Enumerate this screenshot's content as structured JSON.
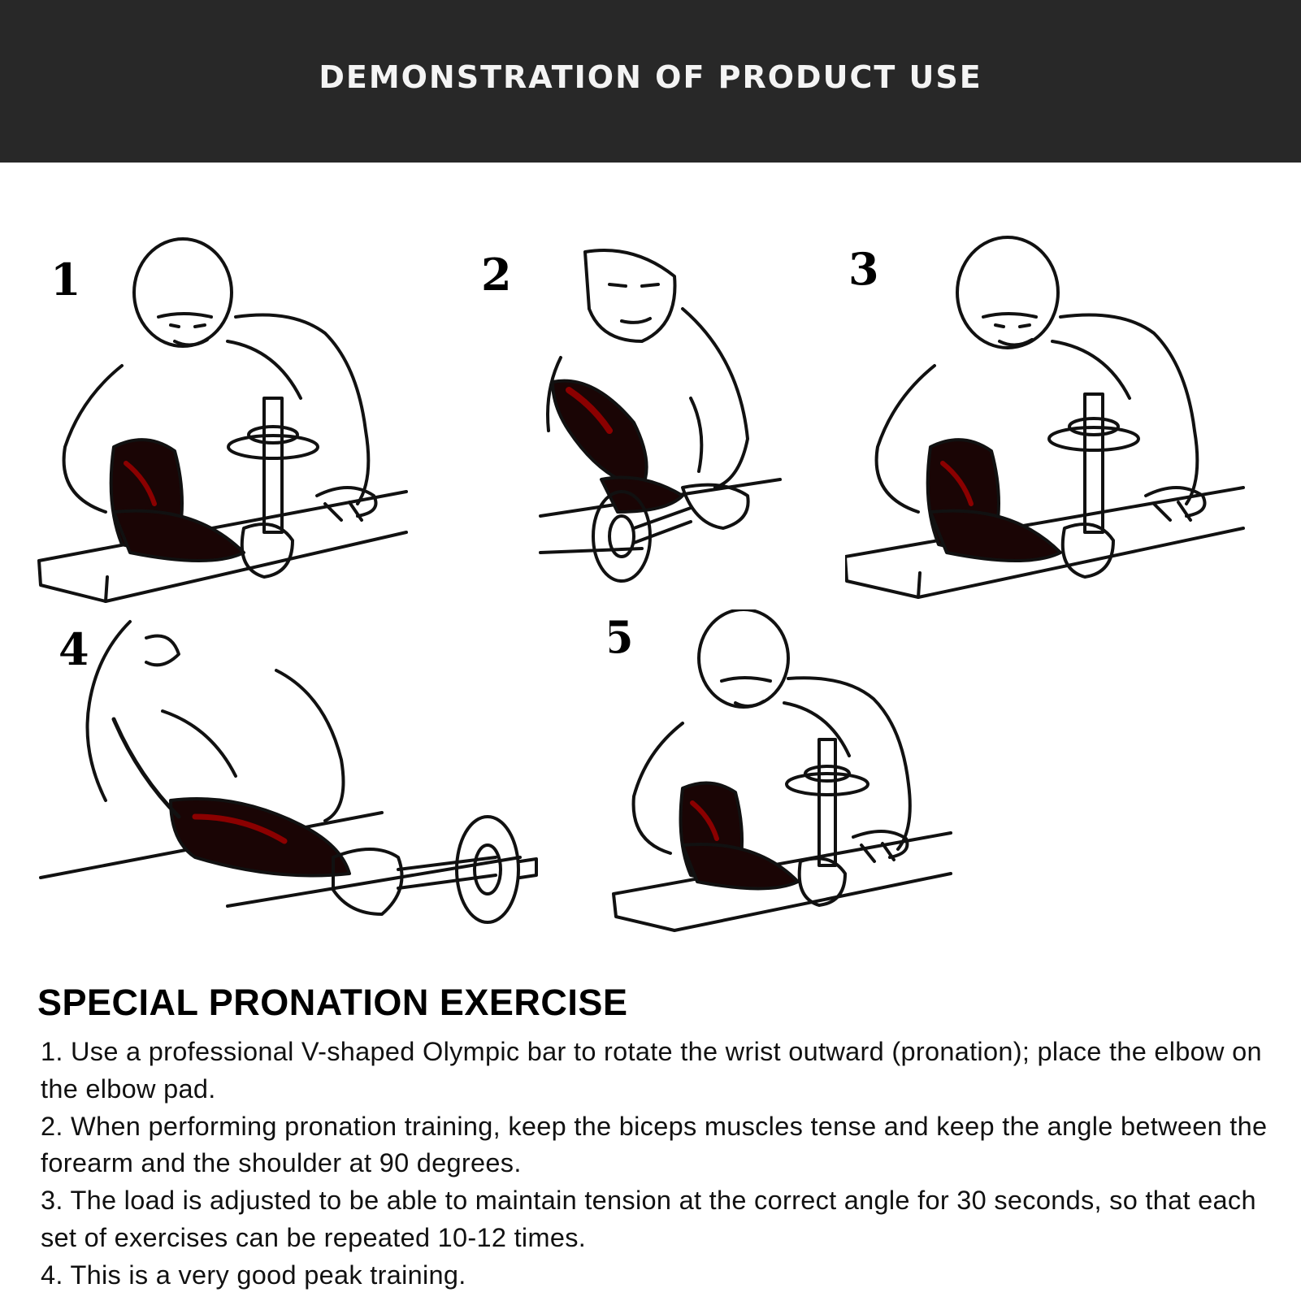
{
  "header": {
    "title": "DEMONSTRATION OF PRODUCT USE",
    "background": "#282828"
  },
  "steps": [
    {
      "number": "1"
    },
    {
      "number": "2"
    },
    {
      "number": "3"
    },
    {
      "number": "4"
    },
    {
      "number": "5"
    }
  ],
  "colors": {
    "muscle_highlight": "#8b0000",
    "muscle_dark": "#1a0505",
    "line": "#111111"
  },
  "section": {
    "title": "SPECIAL PRONATION EXERCISE",
    "instructions": [
      "1. Use a professional V-shaped Olympic bar to rotate the wrist outward (pronation); place the elbow on the elbow pad.",
      "2. When performing pronation training, keep the biceps muscles tense and keep the angle between the forearm and the shoulder at 90 degrees.",
      "3. The load is adjusted to be able to maintain tension at the correct angle for 30 seconds, so that each set of exercises can be repeated 10-12 times.",
      "4. This is a very good peak training."
    ]
  }
}
